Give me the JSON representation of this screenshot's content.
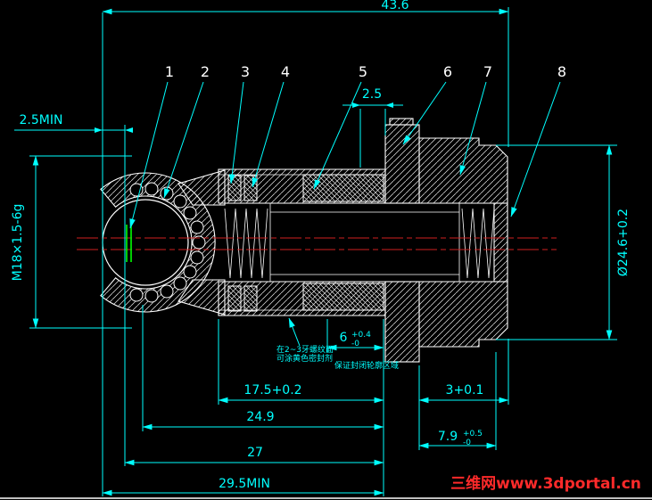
{
  "colors": {
    "background": "#000000",
    "part_lines": "#ffffff",
    "dimension": "#00ffff",
    "centerline": "#d02020",
    "grip_marks": "#00ff00",
    "watermark": "#ff2a2a"
  },
  "dims": {
    "top_width": "43.6",
    "protrusion": "2.5MIN",
    "gap": "2.5",
    "thread": "M18×1.5-6g",
    "dia": "Ø24.6+0.2",
    "thread_len": "17.5+0.2",
    "step3": "3+0.1",
    "len249": "24.9",
    "len27": "27",
    "len_min": "29.5MIN",
    "d79_value": "7.9",
    "d79_tol_up": "+0.5",
    "d79_tol_dn": "-0",
    "d6_value": "6",
    "d6_tol_up": "+0.4",
    "d6_tol_dn": "-0"
  },
  "balloons": [
    "1",
    "2",
    "3",
    "4",
    "5",
    "6",
    "7",
    "8"
  ],
  "notes": {
    "line1": "在2~3牙螺纹面",
    "line2": "可涂黄色密封剂",
    "line3": "保证封闭轮廓区域"
  },
  "watermark": "三维网www.3dportal.cn"
}
